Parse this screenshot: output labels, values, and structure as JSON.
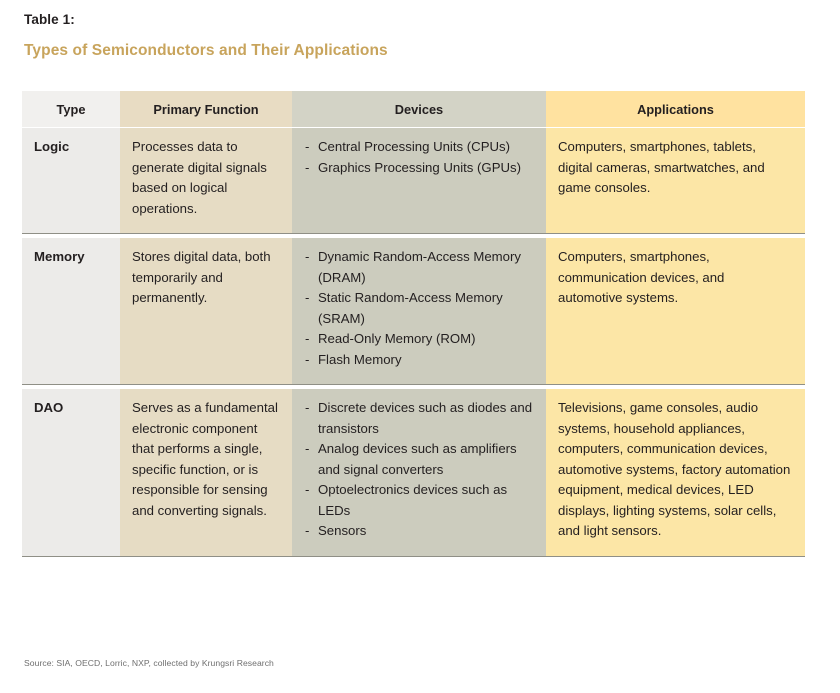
{
  "document": {
    "table_label": "Table 1:",
    "title": "Types of Semiconductors and Their Applications",
    "source": "Source: SIA, OECD, Lorric, NXP, collected by Krungsri Research",
    "title_color": "#c8a45c",
    "label_color": "#231f20",
    "source_color": "#6f6f6f"
  },
  "table": {
    "columns": [
      {
        "key": "type",
        "header": "Type",
        "bg": "#ecebe9",
        "header_bg": "#f1f0ee"
      },
      {
        "key": "function",
        "header": "Primary Function",
        "bg": "#e6dcc4",
        "header_bg": "#e8dcc3"
      },
      {
        "key": "devices",
        "header": "Devices",
        "bg": "#ccccbe",
        "header_bg": "#d3d3c6"
      },
      {
        "key": "applications",
        "header": "Applications",
        "bg": "#fce6a6",
        "header_bg": "#ffe2a0"
      }
    ],
    "rows": [
      {
        "type": "Logic",
        "function": "Processes data to generate digital signals based on logical operations.",
        "devices": [
          "Central Processing Units (CPUs)",
          "Graphics Processing Units (GPUs)"
        ],
        "applications": "Computers, smartphones, tablets, digital cameras, smartwatches, and game consoles."
      },
      {
        "type": "Memory",
        "function": "Stores digital data, both temporarily and permanently.",
        "devices": [
          "Dynamic Random-Access Memory (DRAM)",
          "Static Random-Access Memory (SRAM)",
          "Read-Only Memory (ROM)",
          "Flash Memory"
        ],
        "applications": "Computers, smartphones, communication devices, and automotive systems."
      },
      {
        "type": "DAO",
        "function": "Serves as a fundamental electronic component that performs a single, specific function, or is responsible for sensing and converting signals.",
        "devices": [
          "Discrete devices such as diodes and transistors",
          "Analog devices such as amplifiers and signal converters",
          "Optoelectronics devices such as LEDs",
          "Sensors"
        ],
        "applications": "Televisions, game consoles, audio systems, household appliances, computers, communication devices, automotive systems, factory automation equipment, medical devices, LED displays, lighting systems, solar cells, and light sensors."
      }
    ]
  }
}
